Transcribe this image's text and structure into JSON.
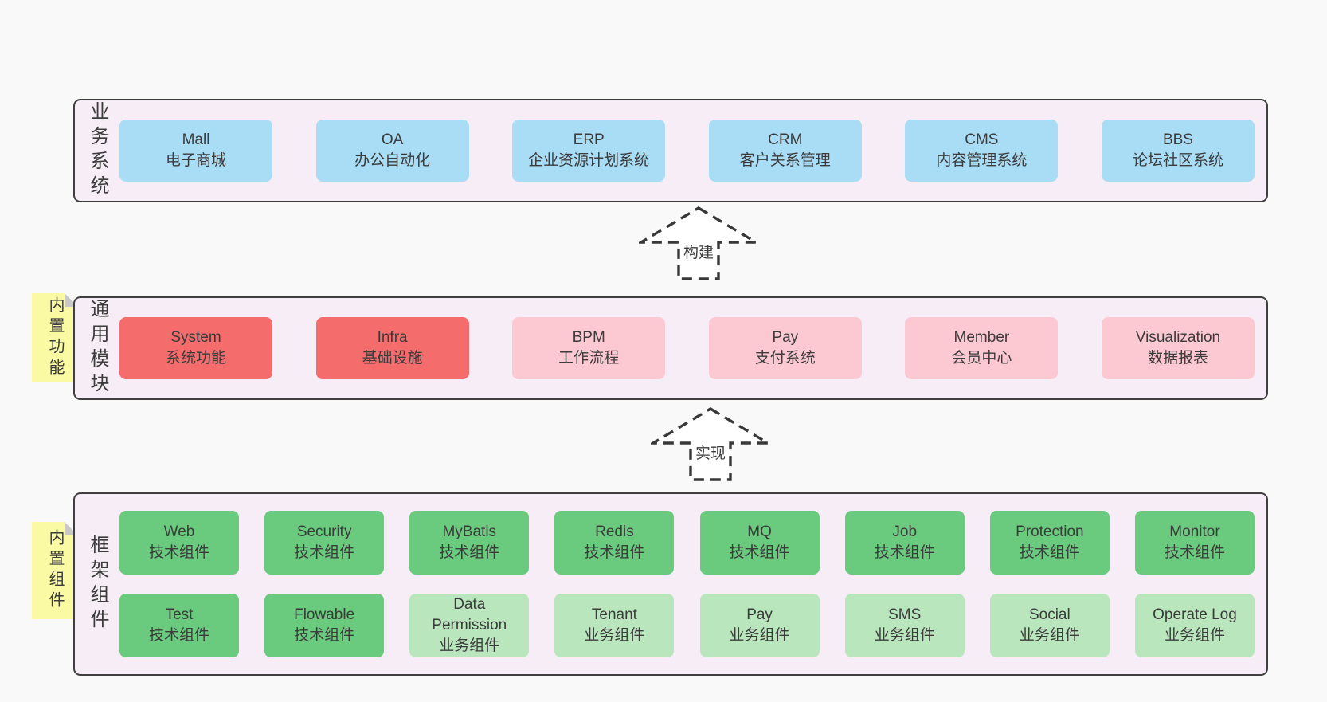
{
  "colors": {
    "pageBg": "#f9f9f9",
    "panelBg": "#f7edf6",
    "panelBorder": "#3f3f3f",
    "text": "#3b3b3b",
    "blue": "#a9dcf5",
    "red": "#f56c6d",
    "pink": "#fcc9d2",
    "green": "#6aca7e",
    "lightGreen": "#bae6bd",
    "noteYellow": "#fafaa5",
    "noteFold": "#c8c8c8",
    "arrowFill": "#ffffff",
    "arrowLine": "#383838"
  },
  "layers": [
    {
      "label": "业务系统",
      "rows": [
        [
          {
            "en": "Mall",
            "zh": "电子商城"
          },
          {
            "en": "OA",
            "zh": "办公自动化"
          },
          {
            "en": "ERP",
            "zh": "企业资源计划系统"
          },
          {
            "en": "CRM",
            "zh": "客户关系管理"
          },
          {
            "en": "CMS",
            "zh": "内容管理系统"
          },
          {
            "en": "BBS",
            "zh": "论坛社区系统"
          }
        ]
      ]
    },
    {
      "label": "通用模块",
      "note": "内置功能",
      "rows": [
        [
          {
            "en": "System",
            "zh": "系统功能"
          },
          {
            "en": "Infra",
            "zh": "基础设施"
          },
          {
            "en": "BPM",
            "zh": "工作流程"
          },
          {
            "en": "Pay",
            "zh": "支付系统"
          },
          {
            "en": "Member",
            "zh": "会员中心"
          },
          {
            "en": "Visualization",
            "zh": "数据报表"
          }
        ]
      ]
    },
    {
      "label": "框架组件",
      "note": "内置组件",
      "rows": [
        [
          {
            "en": "Web",
            "zh": "技术组件"
          },
          {
            "en": "Security",
            "zh": "技术组件"
          },
          {
            "en": "MyBatis",
            "zh": "技术组件"
          },
          {
            "en": "Redis",
            "zh": "技术组件"
          },
          {
            "en": "MQ",
            "zh": "技术组件"
          },
          {
            "en": "Job",
            "zh": "技术组件"
          },
          {
            "en": "Protection",
            "zh": "技术组件"
          },
          {
            "en": "Monitor",
            "zh": "技术组件"
          }
        ],
        [
          {
            "en": "Test",
            "zh": "技术组件"
          },
          {
            "en": "Flowable",
            "zh": "技术组件"
          },
          {
            "en": "Data Permission",
            "zh": "业务组件"
          },
          {
            "en": "Tenant",
            "zh": "业务组件"
          },
          {
            "en": "Pay",
            "zh": "业务组件"
          },
          {
            "en": "SMS",
            "zh": "业务组件"
          },
          {
            "en": "Social",
            "zh": "业务组件"
          },
          {
            "en": "Operate Log",
            "zh": "业务组件"
          }
        ]
      ]
    }
  ],
  "arrows": [
    {
      "label": "构建"
    },
    {
      "label": "实现"
    }
  ]
}
